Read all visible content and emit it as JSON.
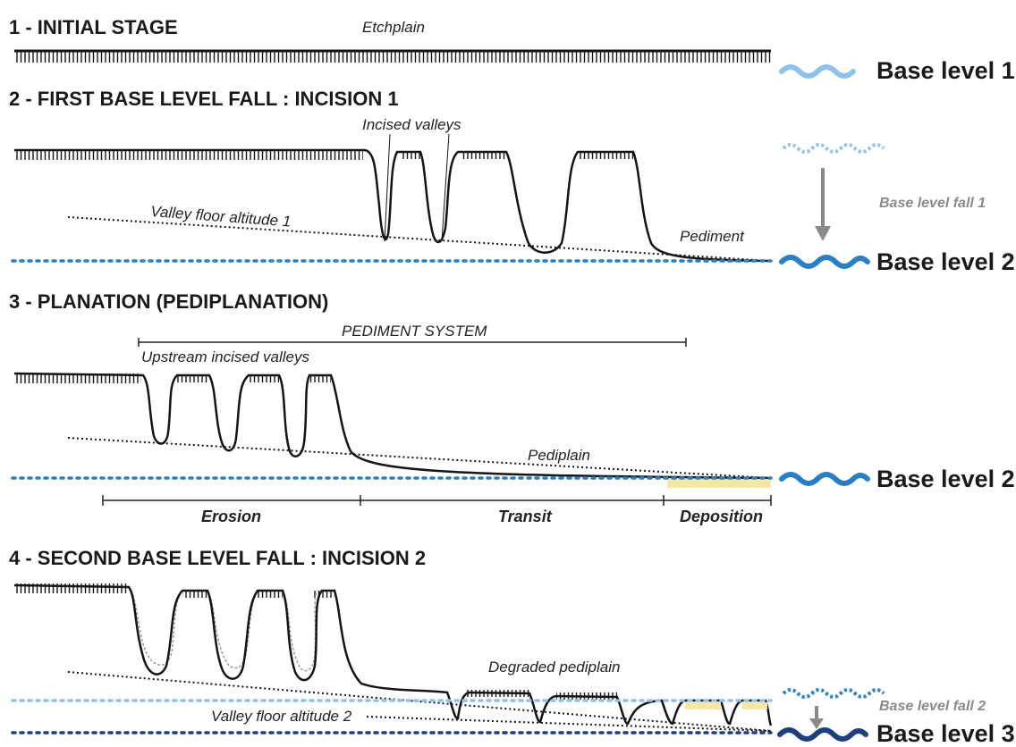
{
  "panel1": {
    "heading": "1 - INITIAL STAGE",
    "surface_label": "Etchplain",
    "base_level": "Base level 1"
  },
  "panel2": {
    "heading": "2 - FIRST BASE LEVEL FALL : INCISION 1",
    "valleys_label": "Incised valleys",
    "floor_label": "Valley floor altitude 1",
    "pediment_label": "Pediment",
    "fall_label": "Base level fall 1",
    "base_level": "Base level 2"
  },
  "panel3": {
    "heading": "3 - PLANATION (PEDIPLANATION)",
    "system_label": "PEDIMENT SYSTEM",
    "upstream_label": "Upstream incised valleys",
    "pediplain_label": "Pediplain",
    "base_level": "Base level 2",
    "zones": [
      "Erosion",
      "Transit",
      "Deposition"
    ]
  },
  "panel4": {
    "heading": "4 - SECOND BASE LEVEL FALL : INCISION 2",
    "degraded_label": "Degraded pediplain",
    "floor_label": "Valley floor altitude 2",
    "fall_label": "Base level fall 2",
    "base_level": "Base level 3"
  },
  "colors": {
    "ink": "#151515",
    "base_level_1": "#8fc2e8",
    "base_level_2": "#2a7fc4",
    "base_level_3": "#1d3f7e",
    "deposit": "#f6e7a6",
    "fall_arrow": "#8a8a8a"
  }
}
